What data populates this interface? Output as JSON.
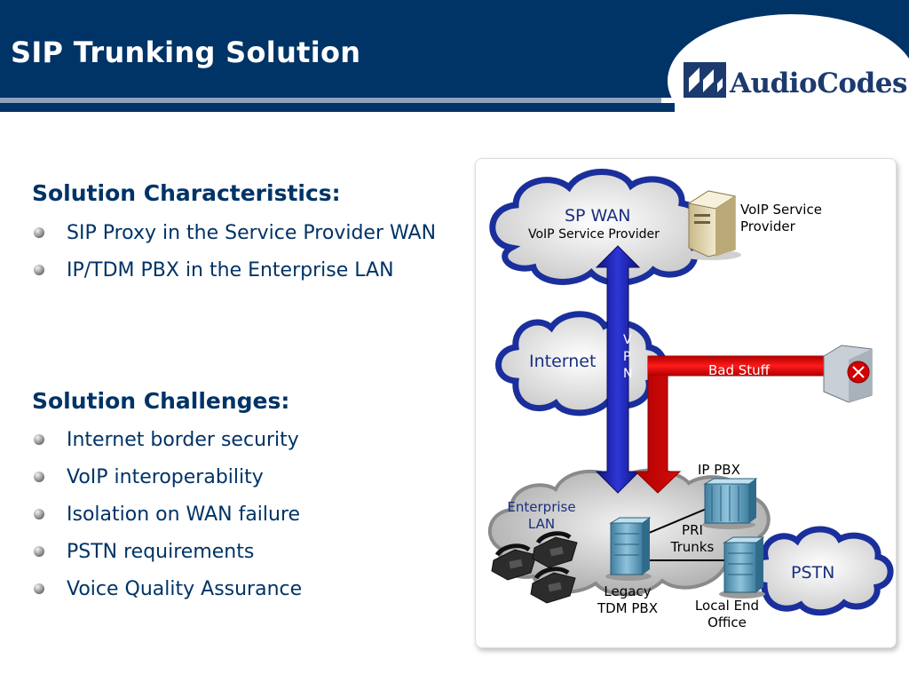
{
  "page": {
    "title": "SIP Trunking Solution"
  },
  "logo": {
    "text": "AudioCodes"
  },
  "characteristics": {
    "heading": "Solution Characteristics:",
    "items": [
      "SIP Proxy in the Service Provider WAN",
      "IP/TDM PBX in the Enterprise LAN"
    ]
  },
  "challenges": {
    "heading": "Solution Challenges:",
    "items": [
      "Internet border security",
      "VoIP interoperability",
      "Isolation on WAN failure",
      "PSTN requirements",
      "Voice Quality Assurance"
    ]
  },
  "diagram": {
    "sp_wan": {
      "title": "SP WAN",
      "subtitle": "VoIP Service Provider"
    },
    "voip_server_label": "VoIP Service Provider",
    "internet": "Internet",
    "vpn": [
      "V",
      "P",
      "N"
    ],
    "bad_stuff": "Bad Stuff",
    "ip_pbx": "IP PBX",
    "enterprise_lan": "Enterprise LAN",
    "pri_trunks": "PRI Trunks",
    "pstn": "PSTN",
    "legacy_pbx": "Legacy TDM PBX",
    "local_end_office": "Local End Office"
  },
  "colors": {
    "header": "#003366",
    "text": "#003366",
    "vpn_arrow": "#1a22a8",
    "bad_arrow": "#dd0000",
    "cloud_outline": "#1a2f9c"
  }
}
